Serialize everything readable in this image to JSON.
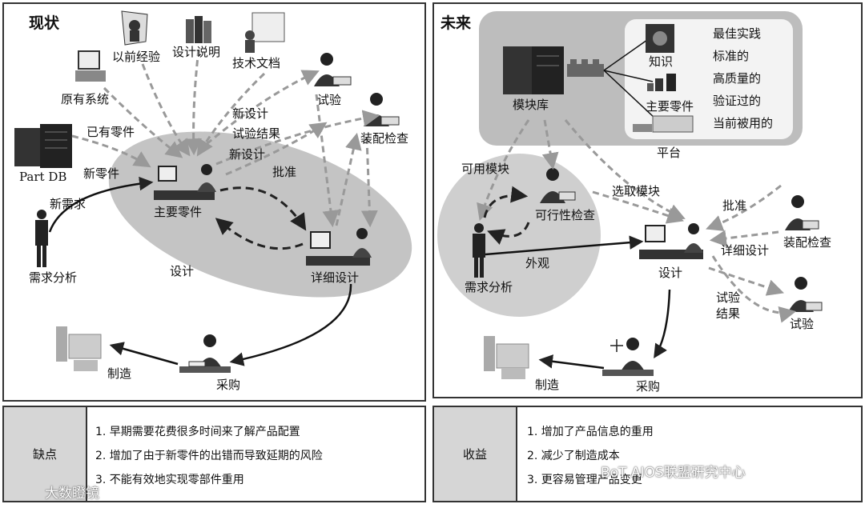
{
  "current": {
    "title": "现状",
    "labels": {
      "legacy_system": "原有系统",
      "previous_experience": "以前经验",
      "design_spec": "设计说明",
      "tech_docs": "技术文档",
      "test": "试验",
      "assembly_check": "装配检查",
      "part_db": "Part DB",
      "existing_parts": "已有零件",
      "new_parts": "新零件",
      "new_requirement": "新需求",
      "new_design_1": "新设计",
      "test_results": "试验结果",
      "new_design_2": "新设计",
      "approval": "批准",
      "main_parts": "主要零件",
      "requirement_analysis": "需求分析",
      "design": "设计",
      "detailed_design": "详细设计",
      "manufacturing": "制造",
      "procurement": "采购"
    },
    "box": {
      "label": "缺点",
      "items": [
        "1. 早期需要花费很多时间来了解产品配置",
        "2. 增加了由于新零件的出错而导致延期的风险",
        "3. 不能有效地实现零部件重用"
      ]
    }
  },
  "future": {
    "title": "未来",
    "labels": {
      "module_library": "模块库",
      "knowledge": "知识",
      "main_parts": "主要零件",
      "platform": "平台",
      "best_practice_lines": [
        "最佳实践",
        "标准的",
        "高质量的",
        "验证过的",
        "当前被用的"
      ],
      "available_modules": "可用模块",
      "select_modules": "选取模块",
      "feasibility_check": "可行性检查",
      "approval": "批准",
      "appearance": "外观",
      "design": "设计",
      "detailed_design": "详细设计",
      "assembly_check": "装配检查",
      "test_results": "试验结果",
      "test": "试验",
      "requirement_analysis": "需求分析",
      "manufacturing": "制造",
      "procurement": "采购"
    },
    "box": {
      "label": "收益",
      "items": [
        "1. 增加了产品信息的重用",
        "2. 减少了制造成本",
        "3. 更容易管理产品变更"
      ]
    }
  },
  "watermarks": {
    "left": "大数瞪镜",
    "right": "BoT AIOS联盟研究中心"
  }
}
